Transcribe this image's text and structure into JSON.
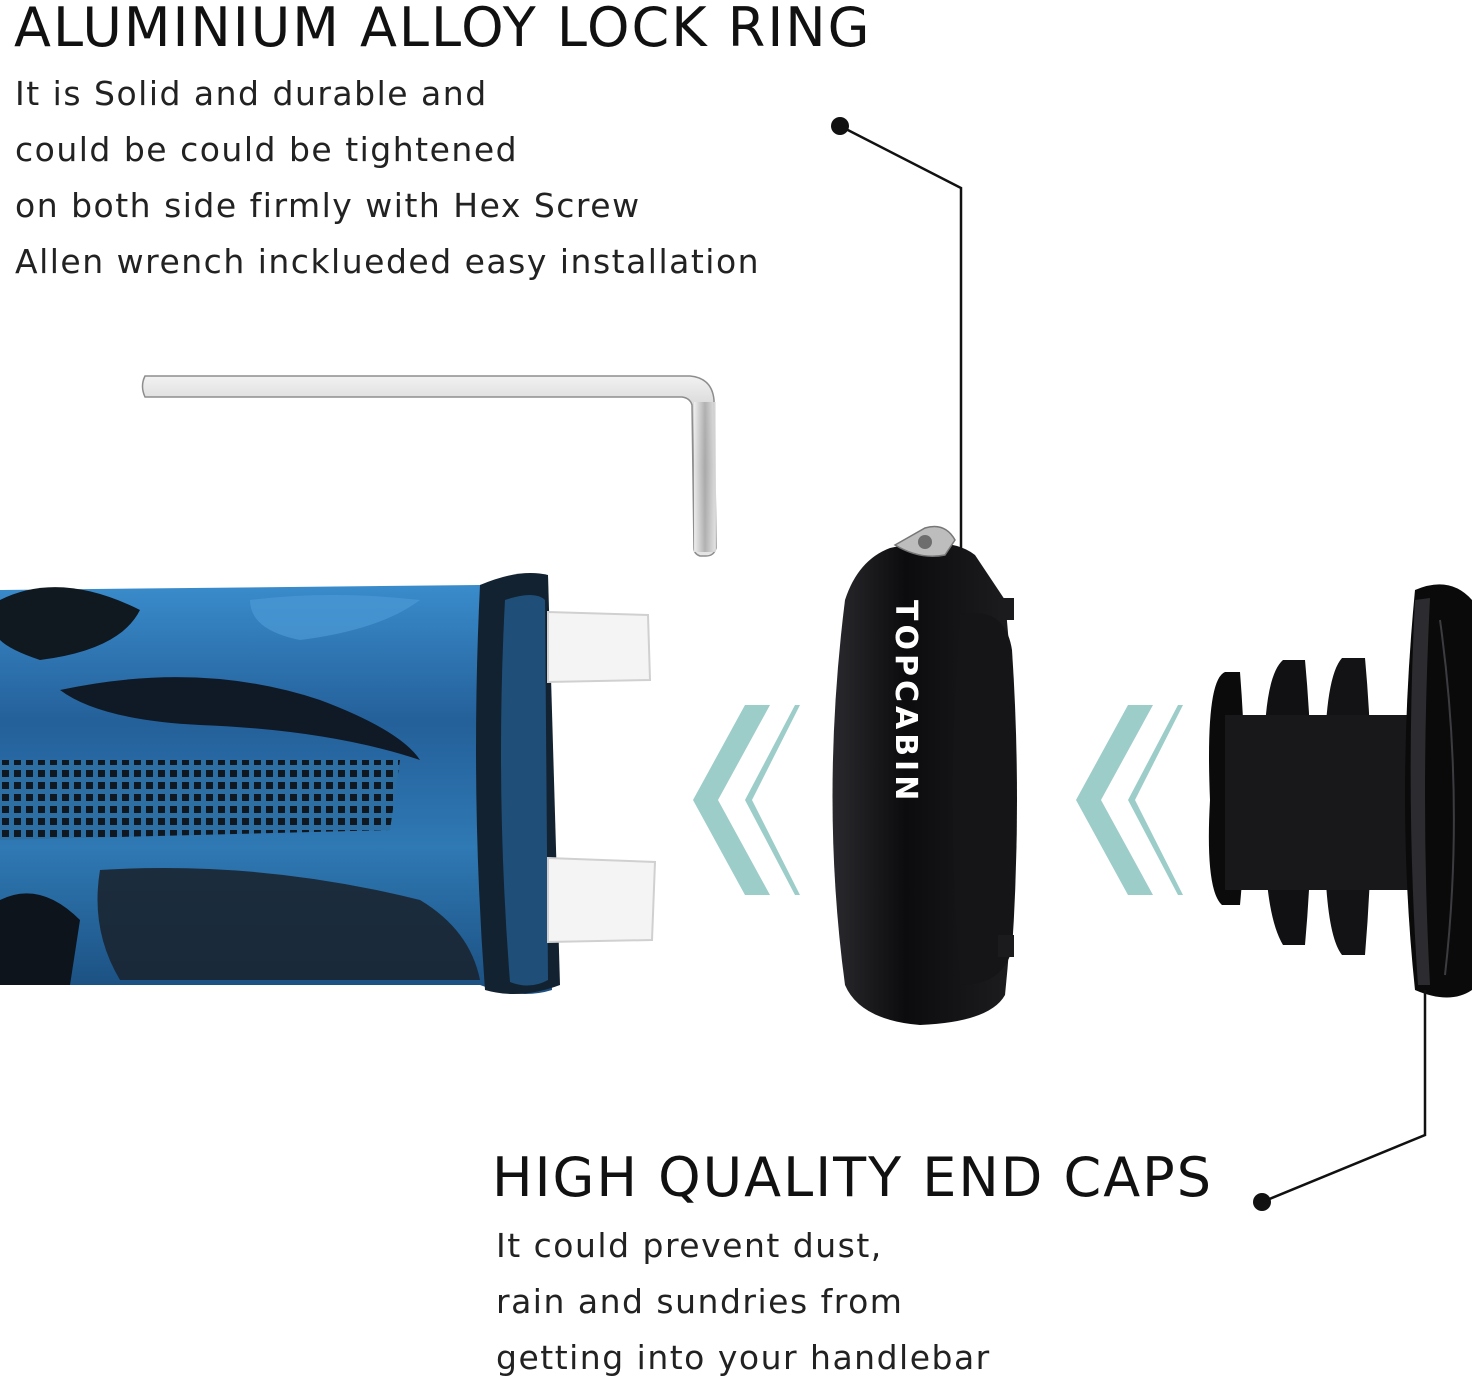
{
  "lock_ring": {
    "title": "ALUMINIUM ALLOY LOCK RING",
    "lines": [
      "It is Solid and durable and",
      "could be could be tightened",
      "on both side firmly with Hex Screw",
      "Allen wrench incklueded easy installation"
    ],
    "brand_text": "TOPCABIN"
  },
  "end_caps": {
    "title": "HIGH QUALITY END CAPS",
    "lines": [
      "It could prevent dust,",
      "rain and sundries from",
      "getting into your handlebar"
    ]
  },
  "colors": {
    "arrow": "#9ccdc9",
    "grip_blue": "#2f79b4",
    "grip_dark": "#14202c",
    "metal_black": "#0c0c0e",
    "wrench_silver": "#c9c9c9"
  }
}
